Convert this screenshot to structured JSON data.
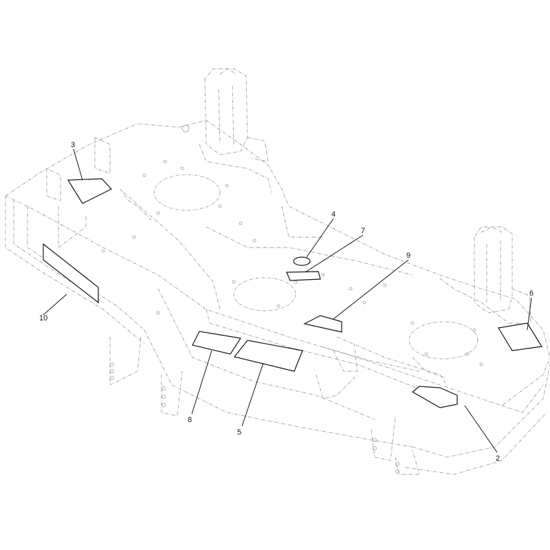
{
  "callouts": [
    {
      "id": "3",
      "label": "3"
    },
    {
      "id": "4",
      "label": "4"
    },
    {
      "id": "7",
      "label": "7"
    },
    {
      "id": "9",
      "label": "9"
    },
    {
      "id": "6",
      "label": "6"
    },
    {
      "id": "10",
      "label": "10"
    },
    {
      "id": "8",
      "label": "8"
    },
    {
      "id": "5",
      "label": "5"
    },
    {
      "id": "2",
      "label": "2"
    }
  ],
  "colors": {
    "ghost_lines": "#9a9a9a",
    "decals": "#111111",
    "background": "#ffffff"
  }
}
